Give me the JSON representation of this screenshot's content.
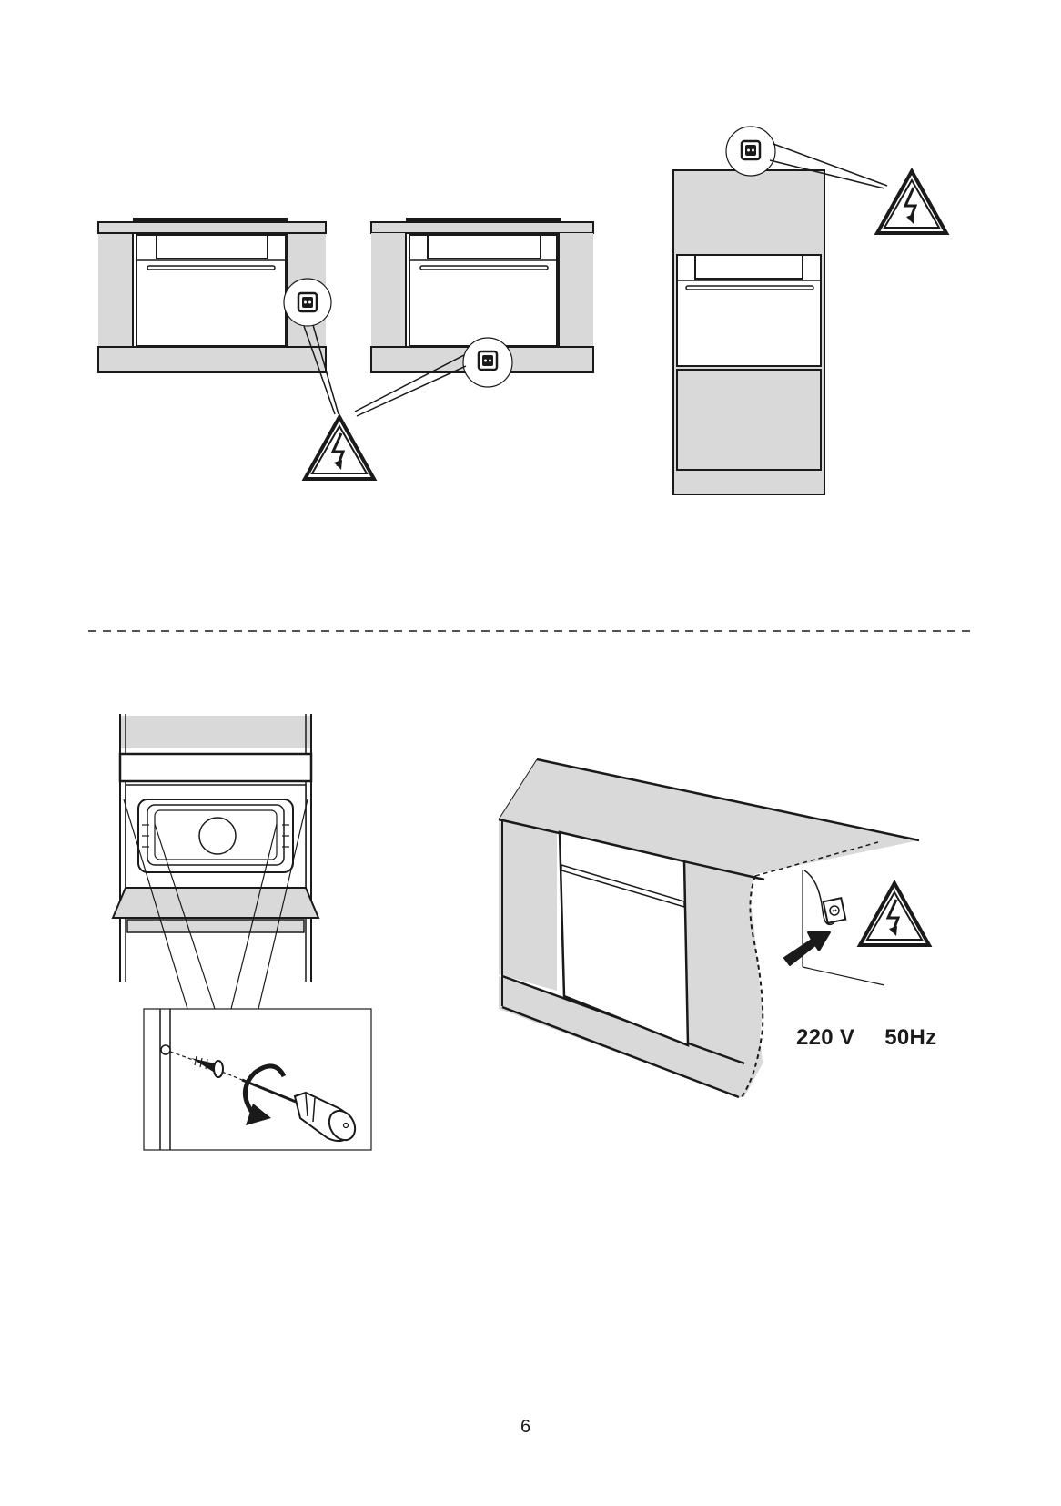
{
  "electrical": {
    "voltage": "220 V",
    "frequency": "50Hz"
  },
  "page_number": "6",
  "colors": {
    "line": "#1a1a1a",
    "panel_fill": "#d9d9d9",
    "background": "#ffffff"
  },
  "icons": [
    "high-voltage-warning-icon",
    "electrical-socket-icon",
    "screw-icon",
    "screwdriver-icon",
    "rotation-arrow-icon"
  ]
}
